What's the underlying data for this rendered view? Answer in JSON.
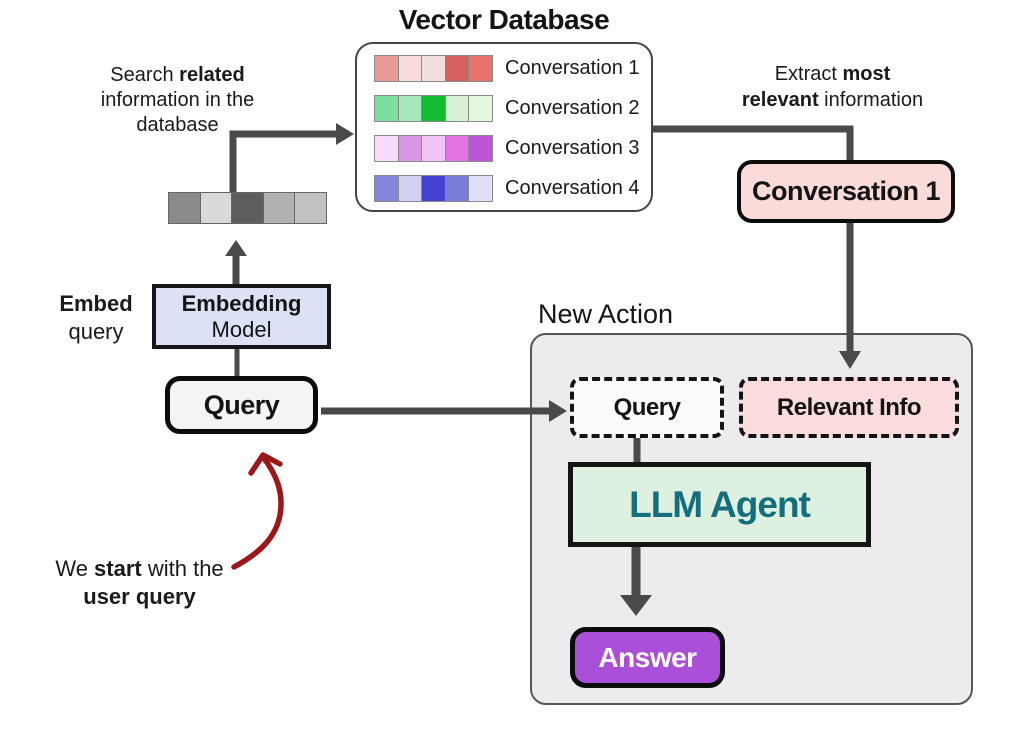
{
  "title": "Vector Database",
  "vector_database": {
    "rows": [
      {
        "label": "Conversation 1",
        "cells": [
          "#E89A97",
          "#F5DCDB",
          "#F2DEDE",
          "#D5625E",
          "#E7736F"
        ]
      },
      {
        "label": "Conversation 2",
        "cells": [
          "#7DDF9F",
          "#A5E6BB",
          "#14BC32",
          "#D8F2D8",
          "#E4F8E0"
        ]
      },
      {
        "label": "Conversation 3",
        "cells": [
          "#F9DCFB",
          "#D996E7",
          "#EFC7F3",
          "#E673E4",
          "#BE55D9"
        ]
      },
      {
        "label": "Conversation 4",
        "cells": [
          "#8386DC",
          "#D0D0F3",
          "#4442CF",
          "#797CD9",
          "#E1DFF7"
        ]
      }
    ]
  },
  "query_vector": {
    "cells": [
      "#8B8B8B",
      "#D9D9D9",
      "#5E5E5E",
      "#B1B1B1",
      "#C1C1C1"
    ]
  },
  "notes": {
    "search": {
      "line1_pre": "Search ",
      "line1_bold": "related",
      "line2": "information in the",
      "line3": "database"
    },
    "extract": {
      "line1_pre": "Extract ",
      "line1_bold": "most",
      "line2_bold": "relevant",
      "line2_post": " information"
    },
    "embed": {
      "line1_bold": "Embed",
      "line2": "query"
    },
    "start": {
      "line1_pre": "We ",
      "line1_bold": "start",
      "line1_post": " with the",
      "line2_bold": "user query"
    }
  },
  "boxes": {
    "embedding_model_line1": "Embedding",
    "embedding_model_line2": "Model",
    "query": "Query",
    "conversation1": "Conversation 1",
    "new_action_label": "New Action",
    "dashed_query": "Query",
    "relevant_info": "Relevant Info",
    "llm_agent": "LLM Agent",
    "answer": "Answer"
  },
  "colors": {
    "connector": "#4A4A4A",
    "red_arrow": "#9C1818",
    "embedding_fill": "#DDE1F5",
    "query_fill": "#F4F4F4",
    "pink_fill": "#FBDADA",
    "panel_fill": "#ECECEE",
    "llm_fill": "#DEF0E0",
    "llm_text": "#156E7E",
    "answer_fill": "#A94FD8"
  }
}
